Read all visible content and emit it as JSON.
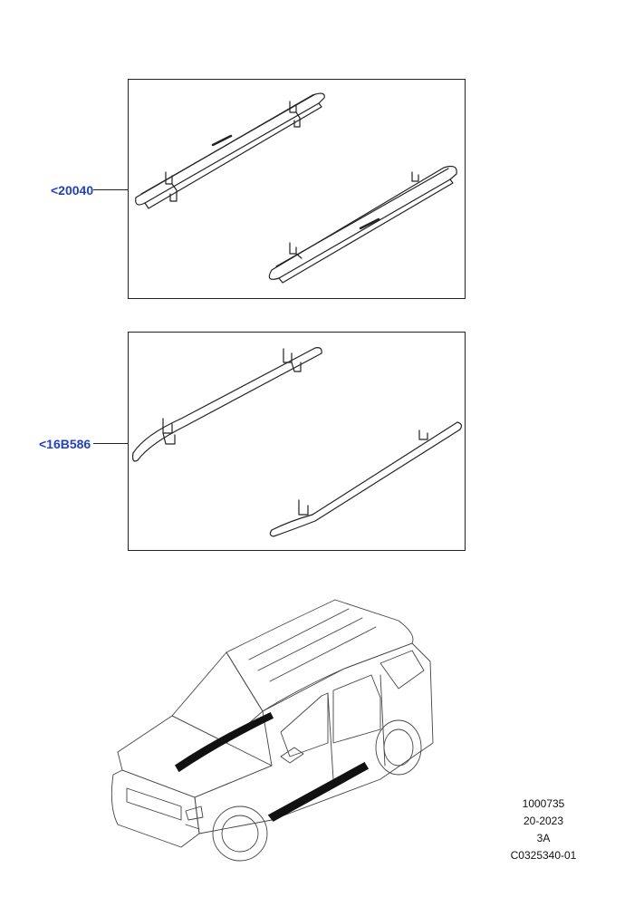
{
  "callouts": {
    "part_a": "<20040",
    "part_b": "<16B586"
  },
  "info": {
    "line1": "1000735",
    "line2": "20-2023",
    "line3": "3A",
    "line4": "C0325340-01"
  },
  "colors": {
    "callout_link": "#1f3fd0",
    "line": "#222222",
    "highlight": "#111111"
  }
}
